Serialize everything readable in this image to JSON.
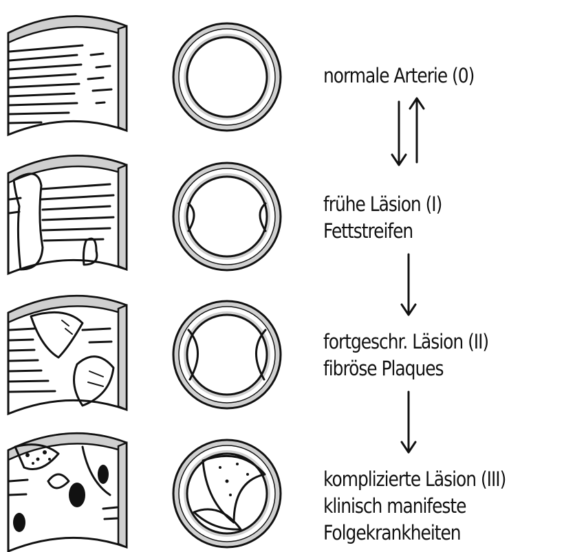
{
  "stages": [
    {
      "lines": [
        "normale Arterie (0)"
      ]
    },
    {
      "lines": [
        "frühe Läsion (I)",
        "Fettstreifen"
      ]
    },
    {
      "lines": [
        "fortgeschr. Läsion (II)",
        "fibröse Plaques"
      ]
    },
    {
      "lines": [
        "komplizierte Läsion (III)",
        "klinisch manifeste",
        "Folgekrankheiten"
      ]
    }
  ],
  "colors": {
    "ink": "#111111",
    "wall_gray": "#cfcfcf",
    "background": "#ffffff"
  }
}
